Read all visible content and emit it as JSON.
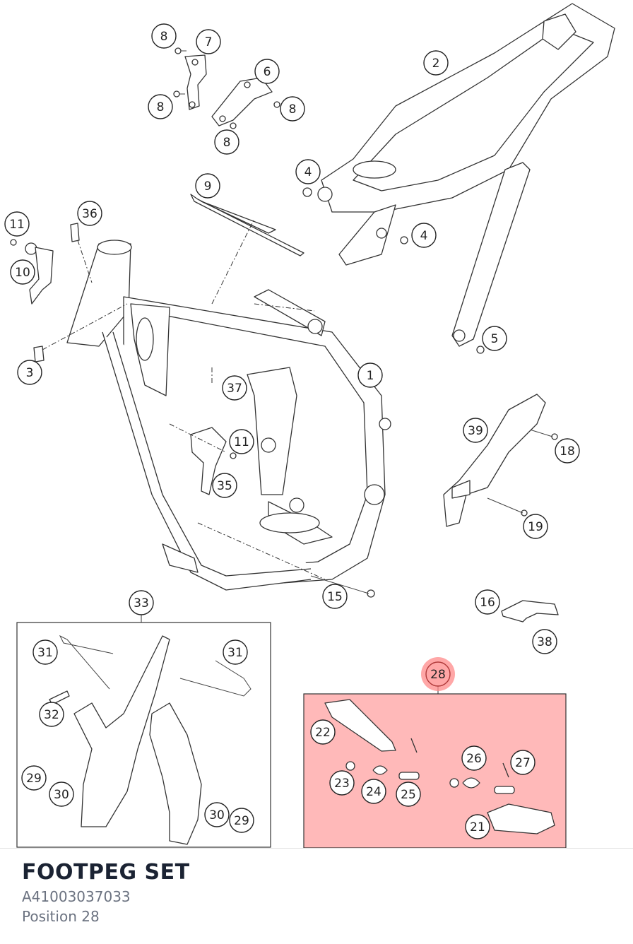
{
  "callouts": [
    {
      "id": "c8a",
      "label": "8"
    },
    {
      "id": "c7",
      "label": "7"
    },
    {
      "id": "c6",
      "label": "6"
    },
    {
      "id": "c8b",
      "label": "8"
    },
    {
      "id": "c8c",
      "label": "8"
    },
    {
      "id": "c8d",
      "label": "8"
    },
    {
      "id": "c2",
      "label": "2"
    },
    {
      "id": "c4a",
      "label": "4"
    },
    {
      "id": "c4b",
      "label": "4"
    },
    {
      "id": "c5",
      "label": "5"
    },
    {
      "id": "c9",
      "label": "9"
    },
    {
      "id": "c11a",
      "label": "11"
    },
    {
      "id": "c36",
      "label": "36"
    },
    {
      "id": "c10",
      "label": "10"
    },
    {
      "id": "c3",
      "label": "3"
    },
    {
      "id": "c1",
      "label": "1"
    },
    {
      "id": "c37",
      "label": "37"
    },
    {
      "id": "c11b",
      "label": "11"
    },
    {
      "id": "c35",
      "label": "35"
    },
    {
      "id": "c39",
      "label": "39"
    },
    {
      "id": "c18",
      "label": "18"
    },
    {
      "id": "c19",
      "label": "19"
    },
    {
      "id": "c15",
      "label": "15"
    },
    {
      "id": "c16",
      "label": "16"
    },
    {
      "id": "c38",
      "label": "38"
    },
    {
      "id": "c33",
      "label": "33"
    },
    {
      "id": "c31a",
      "label": "31"
    },
    {
      "id": "c31b",
      "label": "31"
    },
    {
      "id": "c32",
      "label": "32"
    },
    {
      "id": "c29a",
      "label": "29"
    },
    {
      "id": "c30a",
      "label": "30"
    },
    {
      "id": "c30b",
      "label": "30"
    },
    {
      "id": "c29b",
      "label": "29"
    },
    {
      "id": "c28",
      "label": "28"
    },
    {
      "id": "c22",
      "label": "22"
    },
    {
      "id": "c23",
      "label": "23"
    },
    {
      "id": "c24",
      "label": "24"
    },
    {
      "id": "c25",
      "label": "25"
    },
    {
      "id": "c26",
      "label": "26"
    },
    {
      "id": "c27",
      "label": "27"
    },
    {
      "id": "c21",
      "label": "21"
    }
  ],
  "selected_part": {
    "title": "FOOTPEG SET",
    "part_number": "A41003037033",
    "position": "Position 28"
  },
  "colors": {
    "highlight": "#ff8a8a",
    "title": "#1b2333",
    "subtext": "#6b7280"
  }
}
